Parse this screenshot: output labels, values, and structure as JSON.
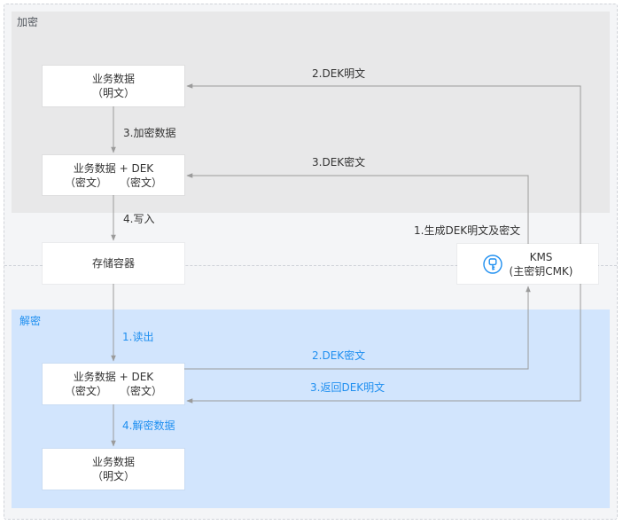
{
  "zones": {
    "encrypt_label": "加密",
    "decrypt_label": "解密"
  },
  "boxes": {
    "enc_plain": {
      "line1": "业务数据",
      "line2": "（明文）"
    },
    "enc_cipher": {
      "line1": "业务数据 + DEK",
      "left": "（密文）",
      "right": "（密文）"
    },
    "storage": {
      "line1": "存储容器"
    },
    "dec_cipher": {
      "line1": "业务数据 + DEK",
      "left": "（密文）",
      "right": "（密文）"
    },
    "dec_plain": {
      "line1": "业务数据",
      "line2": "（明文）"
    },
    "kms": {
      "line1": "KMS",
      "line2": "(主密钥CMK)"
    }
  },
  "steps": {
    "enc_step2": "2.DEK明文",
    "enc_step3_data": "3.加密数据",
    "enc_step3_dek": "3.DEK密文",
    "enc_step4": "4.写入",
    "kms_gen": "1.生成DEK明文及密文",
    "dec_step1": "1.读出",
    "dec_step2": "2.DEK密文",
    "dec_step3": "3.返回DEK明文",
    "dec_step4": "4.解密数据"
  },
  "colors": {
    "arrow": "#9b9b9b",
    "accent_blue": "#1f8ff0",
    "enc_zone": "#e8e8e9",
    "dec_zone": "#d2e5fd"
  }
}
